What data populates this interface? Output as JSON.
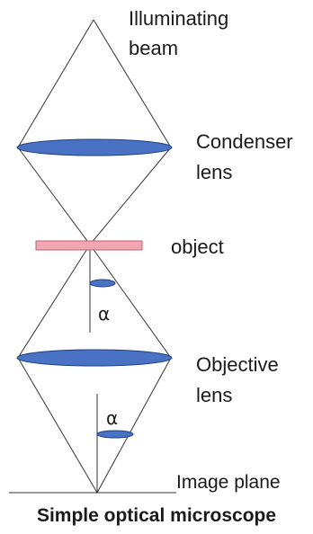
{
  "labels": {
    "illuminating_beam_line1": "Illuminating",
    "illuminating_beam_line2": "beam",
    "condenser_line1": "Condenser",
    "condenser_line2": "lens",
    "object": "object",
    "objective_line1": "Objective",
    "objective_line2": "lens",
    "image_plane": "Image plane",
    "alpha_upper": "α",
    "alpha_lower": "α"
  },
  "title": "Simple optical microscope",
  "colors": {
    "lens_fill": "#4a72c4",
    "lens_stroke": "#1f3f7a",
    "object_fill": "#f2a6b4",
    "object_stroke": "#c06070",
    "line": "#333333"
  }
}
